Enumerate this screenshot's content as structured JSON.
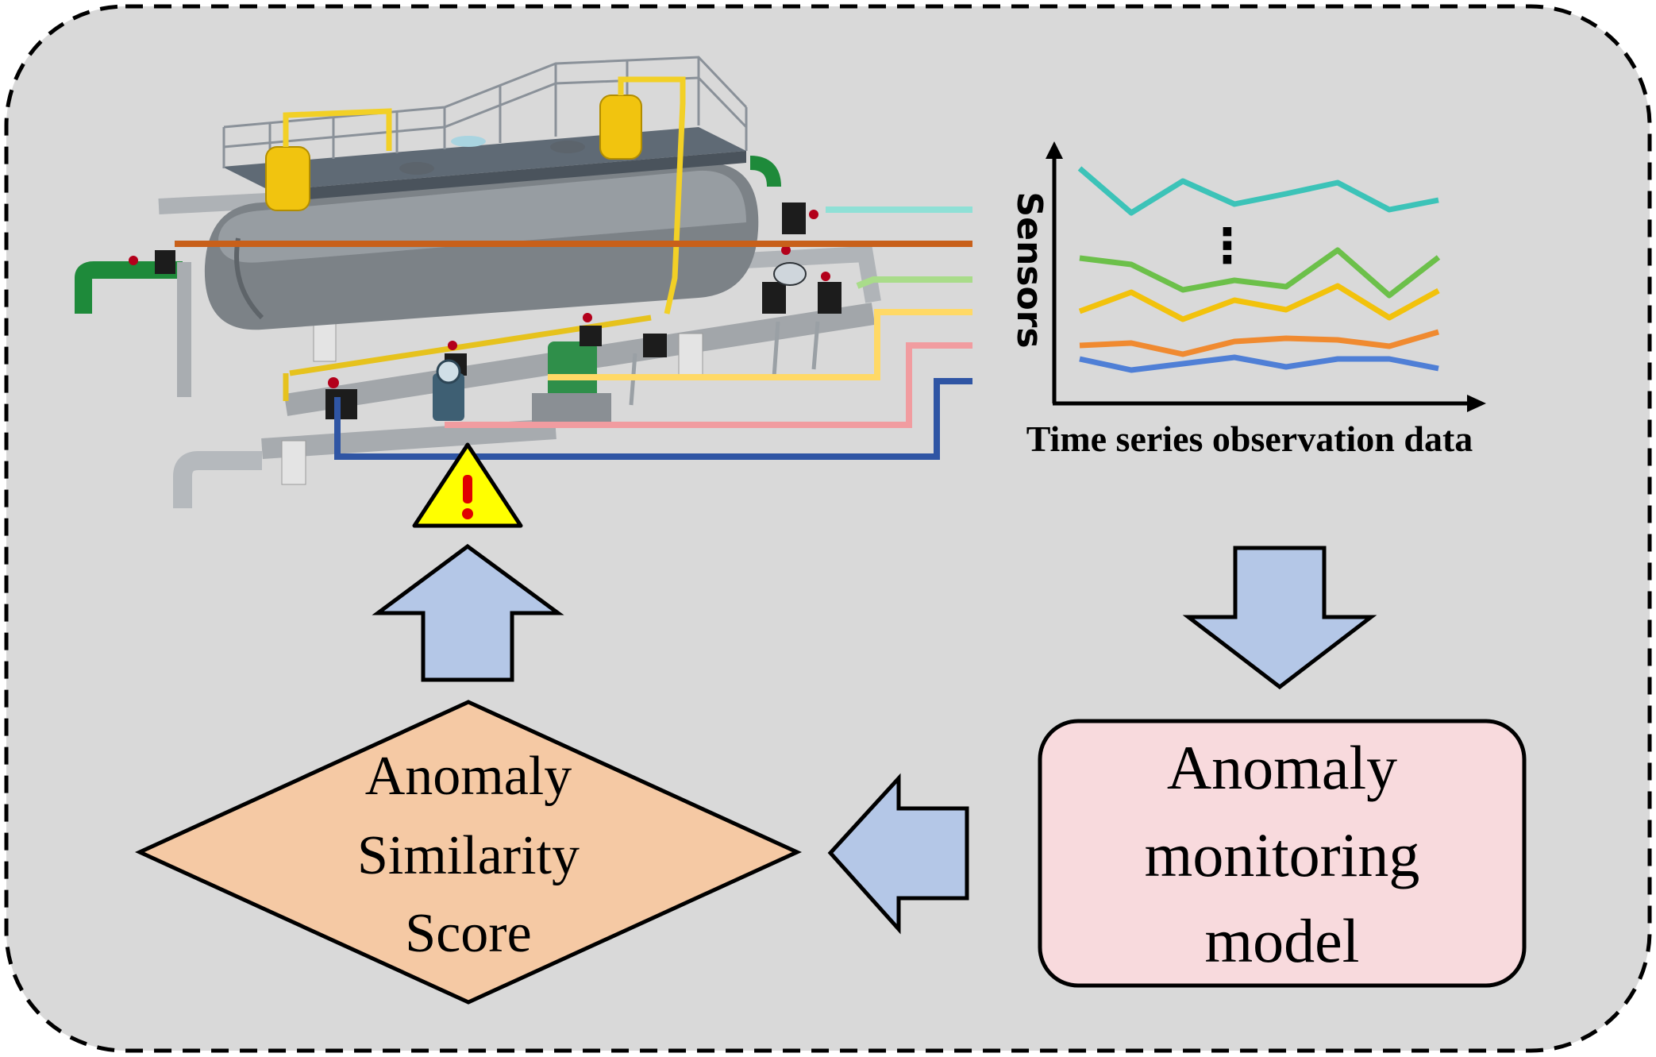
{
  "diagram": {
    "axis_y_label": "Sensors",
    "axis_x_label": "Time series observation data",
    "ellipsis": "⋮",
    "model_box": {
      "lines": [
        "Anomaly",
        "monitoring",
        "model"
      ]
    },
    "score_diamond": {
      "lines": [
        "Anomaly",
        "Similarity",
        "Score"
      ]
    },
    "warning_symbol": "!",
    "colors": {
      "background": "#d9d9d9",
      "border": "#000000",
      "arrow_fill": "#b4c7e7",
      "model_box_fill": "#f8dadd",
      "diamond_fill": "#f5c9a4",
      "warning_fill": "#ffff00",
      "warning_mark": "#e00000",
      "series_teal": "#3cc3b8",
      "series_green": "#6cc04a",
      "series_yellow": "#f2c20c",
      "series_orange": "#f08a30",
      "series_blue": "#4f7fd6",
      "wire_teal": "#8fe0d6",
      "wire_orange": "#c8601a",
      "wire_green": "#a9dc8a",
      "wire_yellow": "#ffd966",
      "wire_pink": "#f19ca0",
      "wire_blue": "#2f55a4"
    },
    "icons": [
      "separator-vessel-illustration",
      "warning-icon",
      "arrow-up-icon",
      "arrow-down-icon",
      "arrow-left-icon"
    ]
  }
}
